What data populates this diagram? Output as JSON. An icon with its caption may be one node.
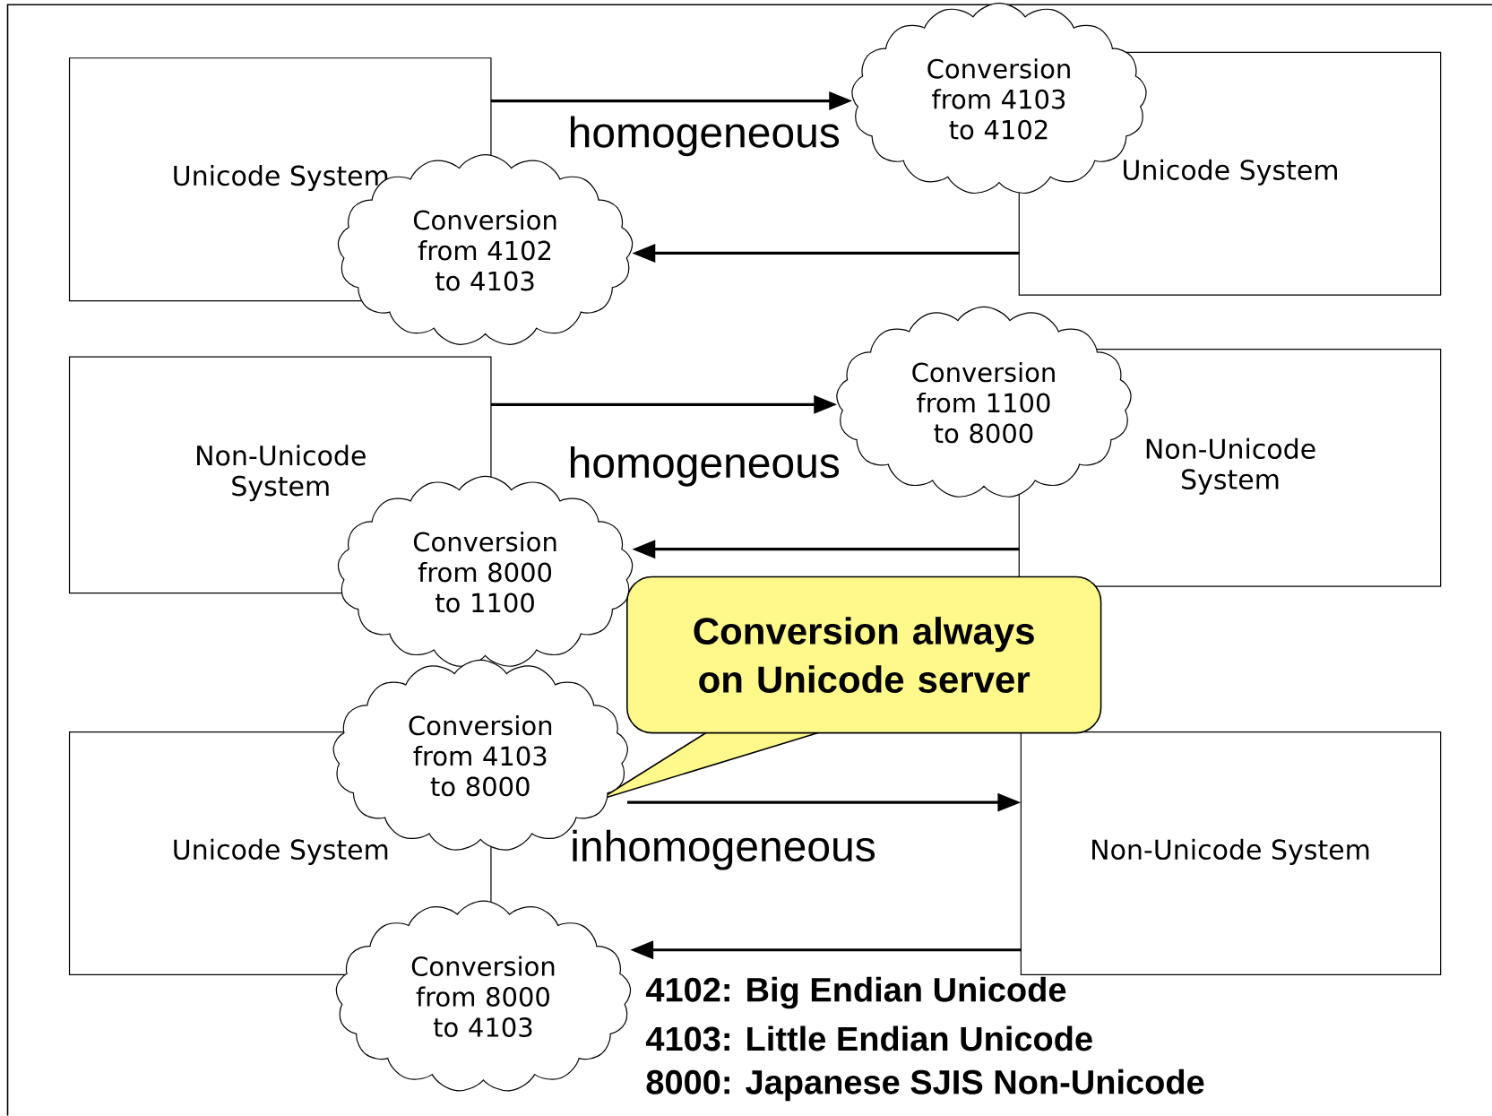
{
  "diagram": {
    "nodes": [
      {
        "text": [
          "Unicode System"
        ]
      },
      {
        "text": [
          "Unicode System"
        ]
      },
      {
        "text": [
          "Conversion from 4103 to 4102"
        ]
      },
      {
        "text": [
          "Conversion from 4102 to 4103"
        ]
      },
      {
        "text": [
          "Non-Unicode System"
        ]
      },
      {
        "text": [
          "Non-Unicode System"
        ]
      },
      {
        "text": [
          "Conversion from 1100 to 8000"
        ]
      },
      {
        "text": [
          "Conversion from 8000 to 1100"
        ]
      },
      {
        "text": [
          "Conversion always on Unicode server"
        ]
      },
      {
        "text": [
          "Conversion from 4103 to 8000"
        ]
      },
      {
        "text": [
          "Unicode System"
        ]
      },
      {
        "text": [
          "Non-Unicode System"
        ]
      },
      {
        "text": [
          "Conversion from 8000 to 4103"
        ]
      }
    ],
    "edges": [
      {
        "from": 0,
        "to": 2,
        "arrow": "to"
      },
      {
        "from": 1,
        "to": 3,
        "arrow": "to"
      },
      {
        "from": 4,
        "to": 6,
        "arrow": "to"
      },
      {
        "from": 5,
        "to": 7,
        "arrow": "to"
      },
      {
        "from": 9,
        "to": 11,
        "arrow": "to"
      },
      {
        "from": 11,
        "to": 12,
        "arrow": "to"
      }
    ],
    "labels": [
      "homogeneous",
      "homogeneous",
      "inhomogeneous",
      "4102: Big Endian Unicode",
      "4103: Little Endian Unicode",
      "8000: Japanese SJIS Non-Unicode"
    ]
  }
}
